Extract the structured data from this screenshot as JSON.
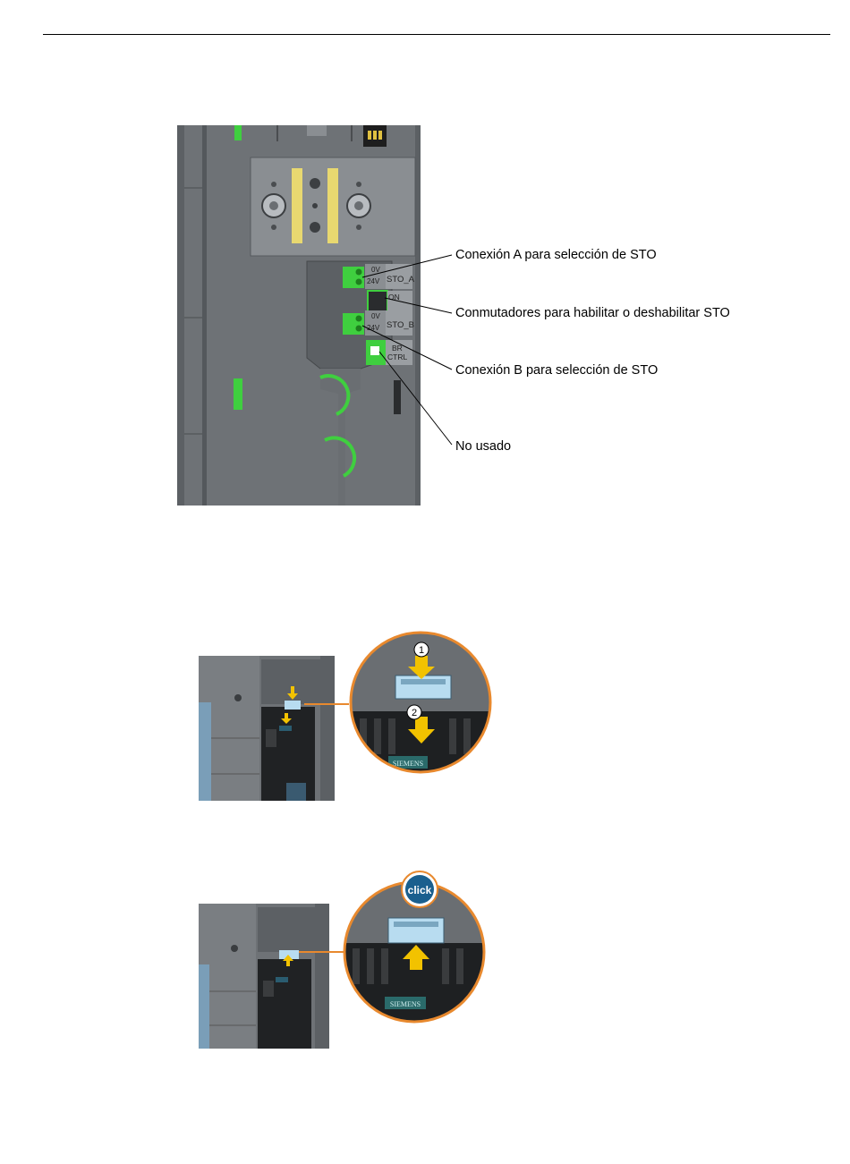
{
  "figure1": {
    "callouts": [
      "Conexión A para selección de STO",
      "Conmutadores para habilitar o deshabilitar STO",
      "Conexión B para selección de STO",
      "No usado"
    ],
    "terminal_labels": {
      "a_0v": "0V",
      "a_24v": "24V",
      "sto_a": "STO_A",
      "switch_on": "ON",
      "b_0v": "0V",
      "b_24v": "24V",
      "sto_b": "STO_B",
      "br": "BR",
      "ctrl": "CTRL"
    }
  },
  "figure2": {
    "step1": "1",
    "step2": "2",
    "brand": "SIEMENS"
  },
  "figure3": {
    "click_badge": "click",
    "brand": "SIEMENS"
  },
  "colors": {
    "housing": "#6e7276",
    "housing_dark": "#54585c",
    "terminal_green": "#3fcf3f",
    "orange_ring": "#e8892e",
    "arrow_yellow": "#f2c200",
    "click_blue": "#1a5f8e"
  }
}
